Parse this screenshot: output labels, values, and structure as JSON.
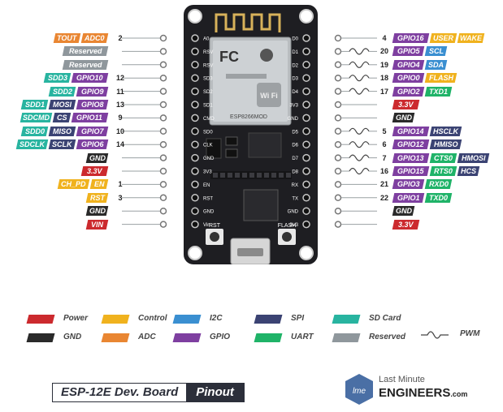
{
  "colors": {
    "power": "#cc2a2e",
    "gnd": "#2a2a2a",
    "control": "#f0b21e",
    "adc": "#e98632",
    "i2c": "#3a8fd1",
    "gpio": "#7e3fa0",
    "spi": "#3b4373",
    "uart": "#1fb368",
    "sdcard": "#28b4a0",
    "reserved": "#8f979c",
    "board": "#1e1e22",
    "num": "#555555"
  },
  "left_pins": [
    {
      "num": "2",
      "labels": [
        {
          "t": "TOUT",
          "c": "adc"
        },
        {
          "t": "ADC0",
          "c": "adc"
        }
      ],
      "pwm": false
    },
    {
      "num": "",
      "labels": [
        {
          "t": "Reserved",
          "c": "reserved"
        }
      ],
      "pwm": false
    },
    {
      "num": "",
      "labels": [
        {
          "t": "Reserved",
          "c": "reserved"
        }
      ],
      "pwm": false
    },
    {
      "num": "12",
      "labels": [
        {
          "t": "SDD3",
          "c": "sdcard"
        },
        {
          "t": "GPIO10",
          "c": "gpio"
        }
      ],
      "pwm": false
    },
    {
      "num": "11",
      "labels": [
        {
          "t": "SDD2",
          "c": "sdcard"
        },
        {
          "t": "GPIO9",
          "c": "gpio"
        }
      ],
      "pwm": false
    },
    {
      "num": "13",
      "labels": [
        {
          "t": "SDD1",
          "c": "sdcard"
        },
        {
          "t": "MOSI",
          "c": "spi"
        },
        {
          "t": "GPIO8",
          "c": "gpio"
        }
      ],
      "pwm": false
    },
    {
      "num": "9",
      "labels": [
        {
          "t": "SDCMD",
          "c": "sdcard"
        },
        {
          "t": "CS",
          "c": "spi"
        },
        {
          "t": "GPIO11",
          "c": "gpio"
        }
      ],
      "pwm": false
    },
    {
      "num": "10",
      "labels": [
        {
          "t": "SDD0",
          "c": "sdcard"
        },
        {
          "t": "MISO",
          "c": "spi"
        },
        {
          "t": "GPIO7",
          "c": "gpio"
        }
      ],
      "pwm": false
    },
    {
      "num": "14",
      "labels": [
        {
          "t": "SDCLK",
          "c": "sdcard"
        },
        {
          "t": "SCLK",
          "c": "spi"
        },
        {
          "t": "GPIO6",
          "c": "gpio"
        }
      ],
      "pwm": false
    },
    {
      "num": "",
      "labels": [
        {
          "t": "GND",
          "c": "gnd"
        }
      ],
      "pwm": false
    },
    {
      "num": "",
      "labels": [
        {
          "t": "3.3V",
          "c": "power"
        }
      ],
      "pwm": false
    },
    {
      "num": "1",
      "labels": [
        {
          "t": "CH_PD",
          "c": "control"
        },
        {
          "t": "EN",
          "c": "control"
        }
      ],
      "pwm": false
    },
    {
      "num": "3",
      "labels": [
        {
          "t": "RST",
          "c": "control"
        }
      ],
      "pwm": false
    },
    {
      "num": "",
      "labels": [
        {
          "t": "GND",
          "c": "gnd"
        }
      ],
      "pwm": false
    },
    {
      "num": "",
      "labels": [
        {
          "t": "VIN",
          "c": "power"
        }
      ],
      "pwm": false
    }
  ],
  "right_pins": [
    {
      "num": "4",
      "labels": [
        {
          "t": "GPIO16",
          "c": "gpio"
        },
        {
          "t": "USER",
          "c": "control"
        },
        {
          "t": "WAKE",
          "c": "control"
        }
      ],
      "pwm": false
    },
    {
      "num": "20",
      "labels": [
        {
          "t": "GPIO5",
          "c": "gpio"
        },
        {
          "t": "SCL",
          "c": "i2c"
        }
      ],
      "pwm": true
    },
    {
      "num": "19",
      "labels": [
        {
          "t": "GPIO4",
          "c": "gpio"
        },
        {
          "t": "SDA",
          "c": "i2c"
        }
      ],
      "pwm": true
    },
    {
      "num": "18",
      "labels": [
        {
          "t": "GPIO0",
          "c": "gpio"
        },
        {
          "t": "FLASH",
          "c": "control"
        }
      ],
      "pwm": true
    },
    {
      "num": "17",
      "labels": [
        {
          "t": "GPIO2",
          "c": "gpio"
        },
        {
          "t": "TXD1",
          "c": "uart"
        }
      ],
      "pwm": true
    },
    {
      "num": "",
      "labels": [
        {
          "t": "3.3V",
          "c": "power"
        }
      ],
      "pwm": false
    },
    {
      "num": "",
      "labels": [
        {
          "t": "GND",
          "c": "gnd"
        }
      ],
      "pwm": false
    },
    {
      "num": "5",
      "labels": [
        {
          "t": "GPIO14",
          "c": "gpio"
        },
        {
          "t": "HSCLK",
          "c": "spi"
        }
      ],
      "pwm": true
    },
    {
      "num": "6",
      "labels": [
        {
          "t": "GPIO12",
          "c": "gpio"
        },
        {
          "t": "HMISO",
          "c": "spi"
        }
      ],
      "pwm": true
    },
    {
      "num": "7",
      "labels": [
        {
          "t": "GPIO13",
          "c": "gpio"
        },
        {
          "t": "CTS0",
          "c": "uart"
        },
        {
          "t": "HMOSI",
          "c": "spi"
        }
      ],
      "pwm": true
    },
    {
      "num": "16",
      "labels": [
        {
          "t": "GPIO15",
          "c": "gpio"
        },
        {
          "t": "RTS0",
          "c": "uart"
        },
        {
          "t": "HCS",
          "c": "spi"
        }
      ],
      "pwm": true
    },
    {
      "num": "21",
      "labels": [
        {
          "t": "GPIO3",
          "c": "gpio"
        },
        {
          "t": "RXD0",
          "c": "uart"
        }
      ],
      "pwm": false
    },
    {
      "num": "22",
      "labels": [
        {
          "t": "GPIO1",
          "c": "gpio"
        },
        {
          "t": "TXD0",
          "c": "uart"
        }
      ],
      "pwm": false
    },
    {
      "num": "",
      "labels": [
        {
          "t": "GND",
          "c": "gnd"
        }
      ],
      "pwm": false
    },
    {
      "num": "",
      "labels": [
        {
          "t": "3.3V",
          "c": "power"
        }
      ],
      "pwm": false
    }
  ],
  "board": {
    "left_silk": [
      "A0",
      "RSV",
      "RSV",
      "SD3",
      "SD2",
      "SD1",
      "CMD",
      "SD0",
      "CLK",
      "GND",
      "3V3",
      "EN",
      "RST",
      "GND",
      "Vin"
    ],
    "right_silk": [
      "D0",
      "D1",
      "D2",
      "D3",
      "D4",
      "3V3",
      "GND",
      "D5",
      "D6",
      "D7",
      "D8",
      "RX",
      "TX",
      "GND",
      "3V3"
    ],
    "module_brand": "ESP8266MOD",
    "wifi": "Wi Fi",
    "rst_label": "RST",
    "flash_label": "FLASH"
  },
  "legend": [
    {
      "label": "Power",
      "c": "power"
    },
    {
      "label": "Control",
      "c": "control"
    },
    {
      "label": "I2C",
      "c": "i2c"
    },
    {
      "label": "SPI",
      "c": "spi"
    },
    {
      "label": "SD Card",
      "c": "sdcard"
    },
    {
      "label": "GND",
      "c": "gnd"
    },
    {
      "label": "ADC",
      "c": "adc"
    },
    {
      "label": "GPIO",
      "c": "gpio"
    },
    {
      "label": "UART",
      "c": "uart"
    },
    {
      "label": "Reserved",
      "c": "reserved"
    }
  ],
  "legend_pwm": "PWM",
  "title": {
    "left": "ESP-12E Dev. Board",
    "right": "Pinout"
  },
  "brand": {
    "top": "Last Minute",
    "bottom": "ENGINEERS",
    "suffix": ".com",
    "logo": "lme"
  }
}
